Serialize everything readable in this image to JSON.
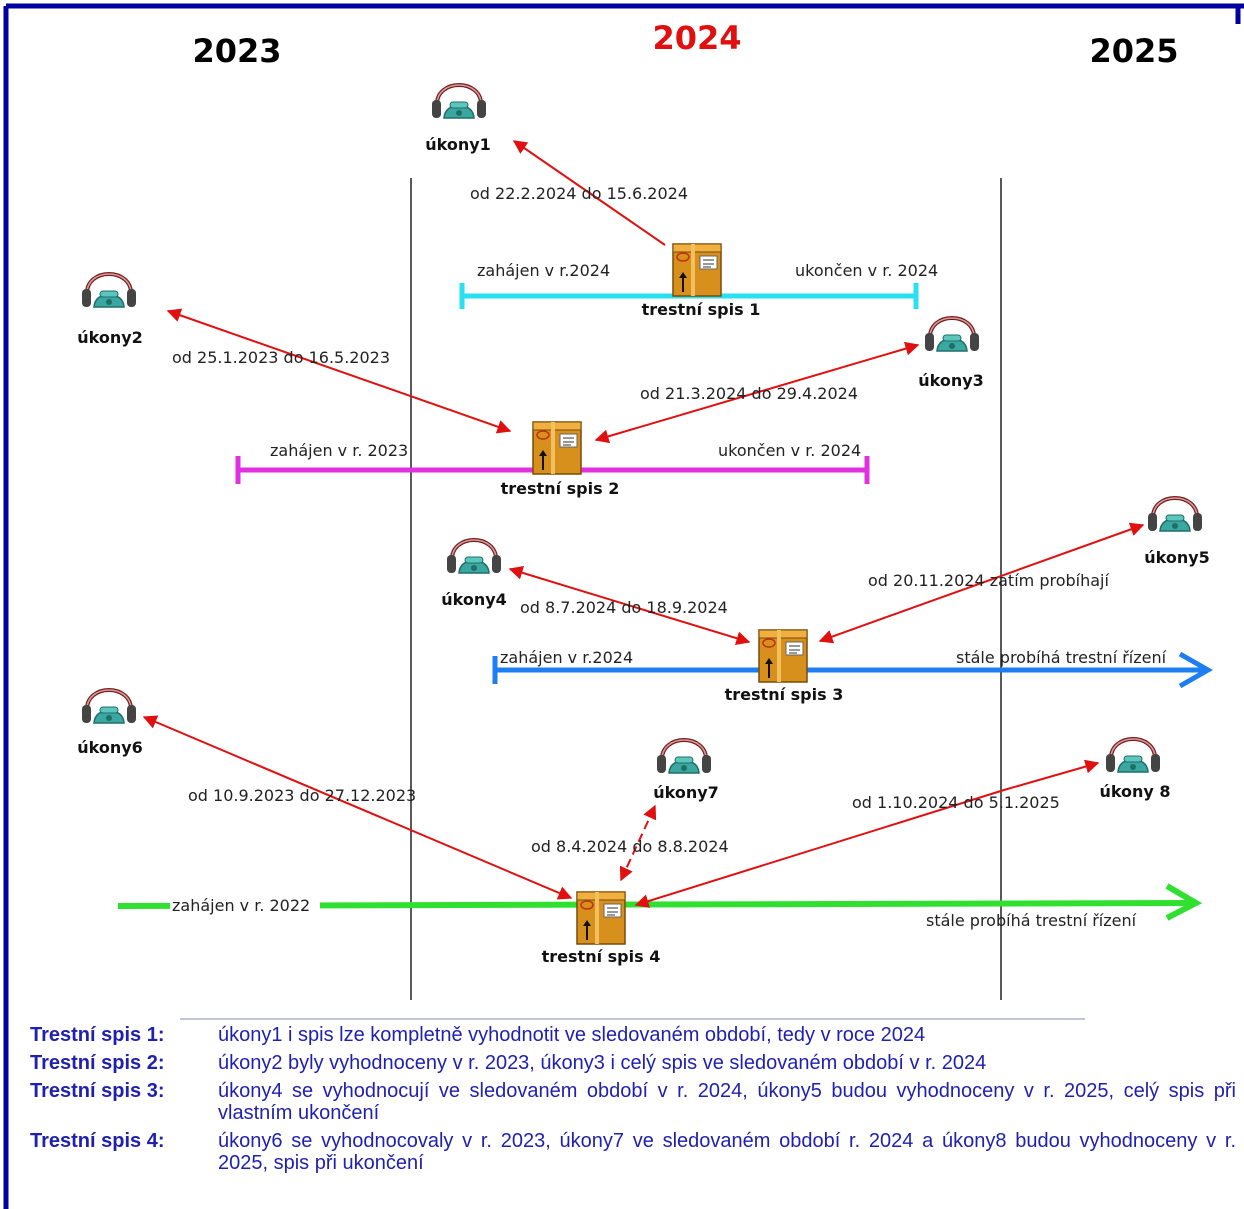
{
  "colors": {
    "border": "#0000a0",
    "year_2024": "#e01010",
    "year_other": "#000000",
    "arrow": "#e01010",
    "spis1": "#28e0f0",
    "spis2": "#e030e0",
    "spis3": "#1e7ef0",
    "spis4": "#30e030",
    "notes_text": "#1f1fb0"
  },
  "years": {
    "y2023": "2023",
    "y2024": "2024",
    "y2025": "2025"
  },
  "icons": {
    "ukony": "headset-phone-icon",
    "spis": "case-file-box-icon"
  },
  "ukony": {
    "u1": "úkony1",
    "u2": "úkony2",
    "u3": "úkony3",
    "u4": "úkony4",
    "u5": "úkony5",
    "u6": "úkony6",
    "u7": "úkony7",
    "u8": "úkony 8"
  },
  "spisy": {
    "s1": "trestní spis 1",
    "s2": "trestní spis 2",
    "s3": "trestní spis 3",
    "s4": "trestní spis 4"
  },
  "bars": {
    "s1_start": "zahájen v r.2024",
    "s1_end": "ukončen v r. 2024",
    "s2_start": "zahájen v r. 2023",
    "s2_end": "ukončen v r. 2024",
    "s3_start": "zahájen v r.2024",
    "s3_end": "stále probíhá trestní řízení",
    "s4_start": "zahájen v r. 2022",
    "s4_end": "stále probíhá trestní řízení"
  },
  "periods": {
    "p1": "od 22.2.2024 do 15.6.2024",
    "p2": "od 25.1.2023 do 16.5.2023",
    "p3": "od 21.3.2024 do 29.4.2024",
    "p4": "od 8.7.2024 do 18.9.2024",
    "p5": "od 20.11.2024 zatím probíhají",
    "p6": "od 10.9.2023  do 27.12.2023",
    "p7": "od 8.4.2024 do 8.8.2024",
    "p8": "od 1.10.2024 do 5.1.2025"
  },
  "notes": [
    {
      "key": "Trestní spis 1",
      "sep": ":",
      "text": "úkony1 i spis lze kompletně vyhodnotit ve sledovaném období, tedy v  roce 2024"
    },
    {
      "key": "Trestní spis 2",
      "sep": ":",
      "text": "úkony2 byly vyhodnoceny v r. 2023, úkony3 i celý spis ve sledovaném období v r. 2024"
    },
    {
      "key": "Trestní spis 3",
      "sep": ":",
      "text": "úkony4 se vyhodnocují ve sledovaném období v r. 2024, úkony5 budou vyhodnoceny v r. 2025, celý spis při vlastním ukončení"
    },
    {
      "key": "Trestní spis 4",
      "sep": ":",
      "text": "úkony6 se vyhodnocovaly v r. 2023, úkony7 ve sledovaném období r. 2024 a úkony8 budou vyhodnoceny v r. 2025, spis při ukončení"
    }
  ]
}
